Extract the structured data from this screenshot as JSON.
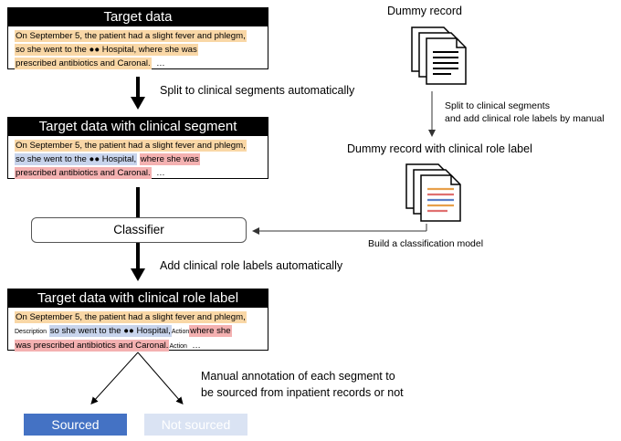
{
  "box1": {
    "title": "Target data",
    "lines": [
      "On September 5, the patient had a slight fever and phlegm,",
      "so she went to the ●● Hospital, where she was",
      "prescribed antibiotics and Caronal.",
      "…"
    ]
  },
  "arrow1_label": "Split to clinical segments automatically",
  "box2": {
    "title": "Target data with clinical segment",
    "seg1": "On September 5, the patient had a slight fever and phlegm,",
    "seg2": "so she went to the ●● Hospital,",
    "seg3a": "where she was",
    "seg3b": "prescribed antibiotics and Caronal.",
    "ellipsis": "…"
  },
  "classifier": {
    "label": "Classifier"
  },
  "arrow2_label": "Add clinical role labels automatically",
  "box3": {
    "title": "Target data with clinical role label",
    "seg1": "On September 5, the patient had a slight fever and phlegm,",
    "tag1": "Description",
    "seg2": "so she went to the ●● Hospital,",
    "tag2": "Action",
    "seg3a": "where she",
    "seg3b": "was prescribed antibiotics and Caronal.",
    "tag3": "Action",
    "ellipsis": "…"
  },
  "annotation": {
    "line1": "Manual annotation of each segment to",
    "line2": "be sourced from inpatient records or not"
  },
  "outcomes": {
    "sourced": "Sourced",
    "not_sourced": "Not sourced",
    "sourced_color": "#4472c4",
    "not_sourced_color": "#dae3f3"
  },
  "dummy": {
    "title": "Dummy record",
    "split_line1": "Split to clinical segments",
    "split_line2": "and add clinical role labels by manual",
    "labeled_title": "Dummy record with clinical role label",
    "build_label": "Build a classification model",
    "doc_icon": "stacked-document-icon",
    "labeled_doc_icon": "labeled-document-icon"
  }
}
